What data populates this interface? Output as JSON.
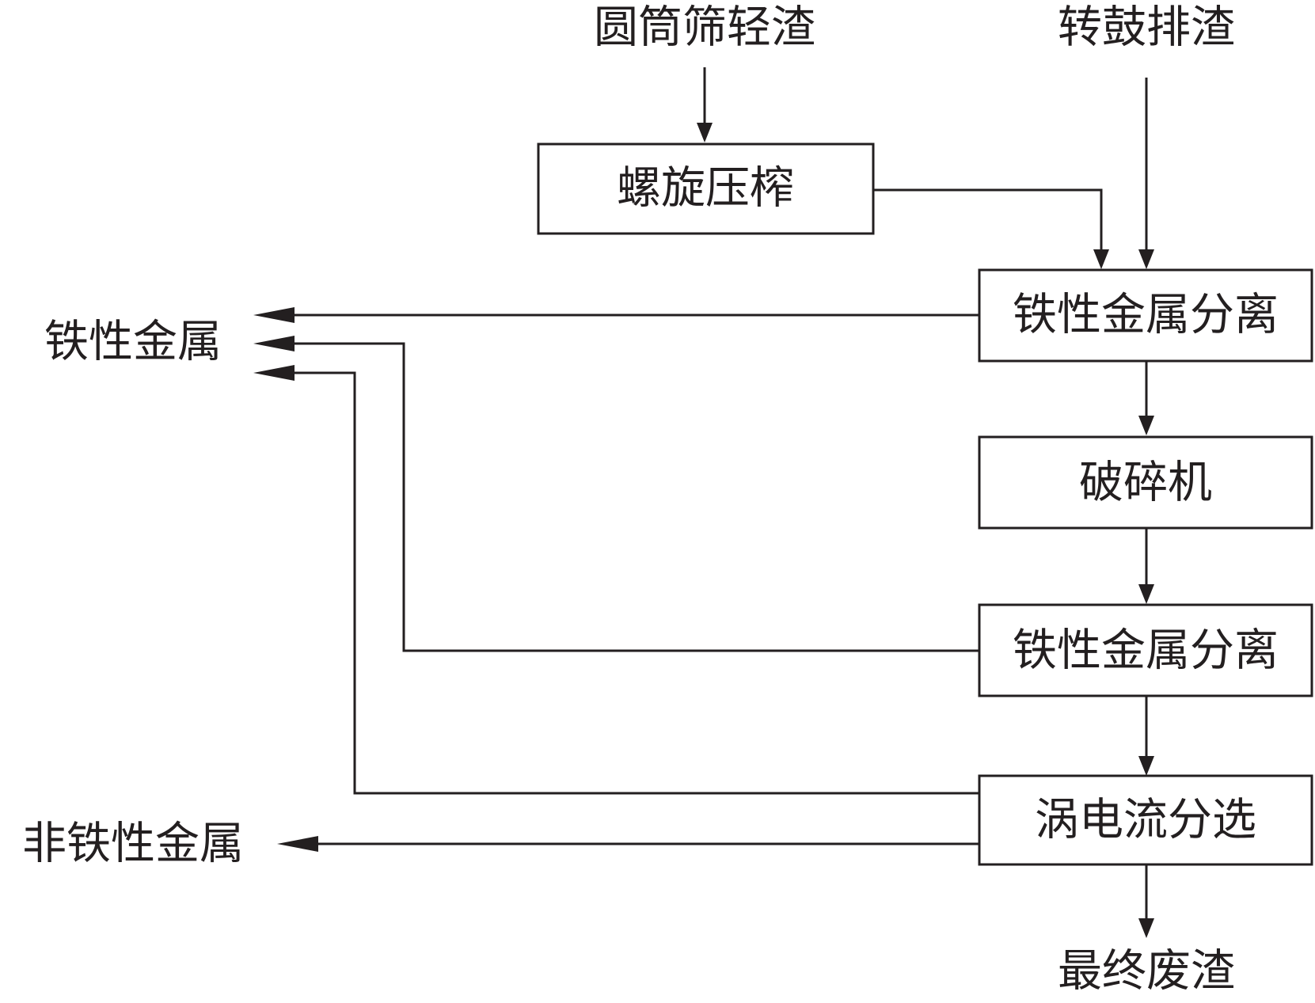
{
  "diagram": {
    "inputs": {
      "drum_screen_light_residue": "圆筒筛轻渣",
      "drum_discharge_residue": "转鼓排渣"
    },
    "process": {
      "screw_press": "螺旋压榨",
      "ferrous_separation_1": "铁性金属分离",
      "crusher": "破碎机",
      "ferrous_separation_2": "铁性金属分离",
      "eddy_current_separation": "涡电流分选"
    },
    "outputs": {
      "ferrous_metal": "铁性金属",
      "non_ferrous_metal": "非铁性金属",
      "final_waste_residue": "最终废渣"
    },
    "colors": {
      "line": "#231f20",
      "background": "#ffffff"
    }
  }
}
